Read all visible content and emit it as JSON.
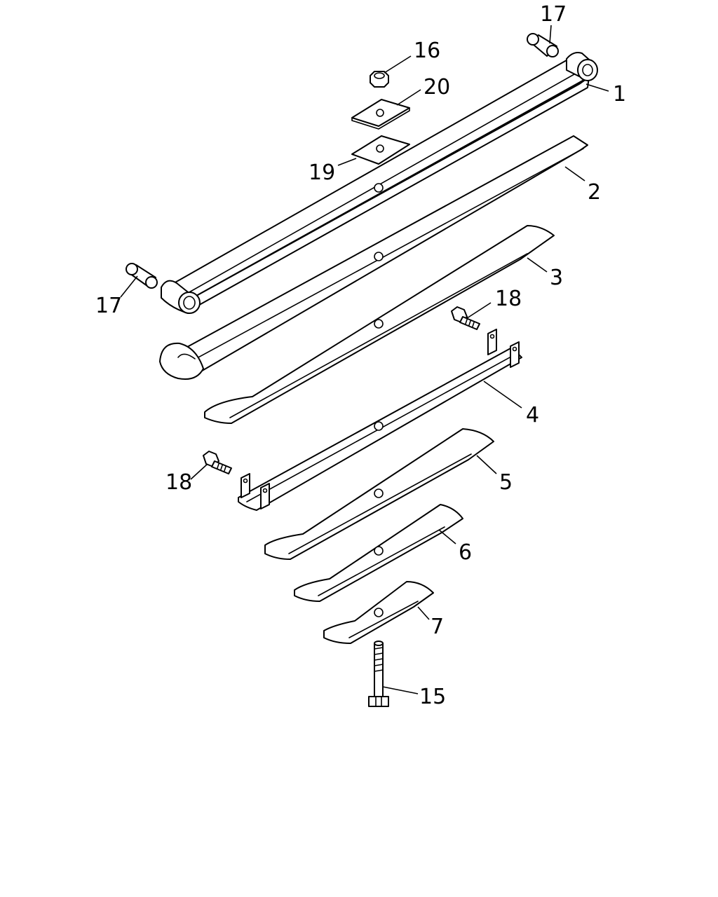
{
  "colors": {
    "line": "#000000",
    "background": "#ffffff"
  },
  "callouts": [
    {
      "id": "c1",
      "label": "1"
    },
    {
      "id": "c2",
      "label": "2"
    },
    {
      "id": "c3",
      "label": "3"
    },
    {
      "id": "c4",
      "label": "4"
    },
    {
      "id": "c5",
      "label": "5"
    },
    {
      "id": "c6",
      "label": "6"
    },
    {
      "id": "c7",
      "label": "7"
    },
    {
      "id": "c15",
      "label": "15"
    },
    {
      "id": "c16",
      "label": "16"
    },
    {
      "id": "c17a",
      "label": "17"
    },
    {
      "id": "c17b",
      "label": "17"
    },
    {
      "id": "c18a",
      "label": "18"
    },
    {
      "id": "c18b",
      "label": "18"
    },
    {
      "id": "c19",
      "label": "19"
    },
    {
      "id": "c20",
      "label": "20"
    }
  ]
}
